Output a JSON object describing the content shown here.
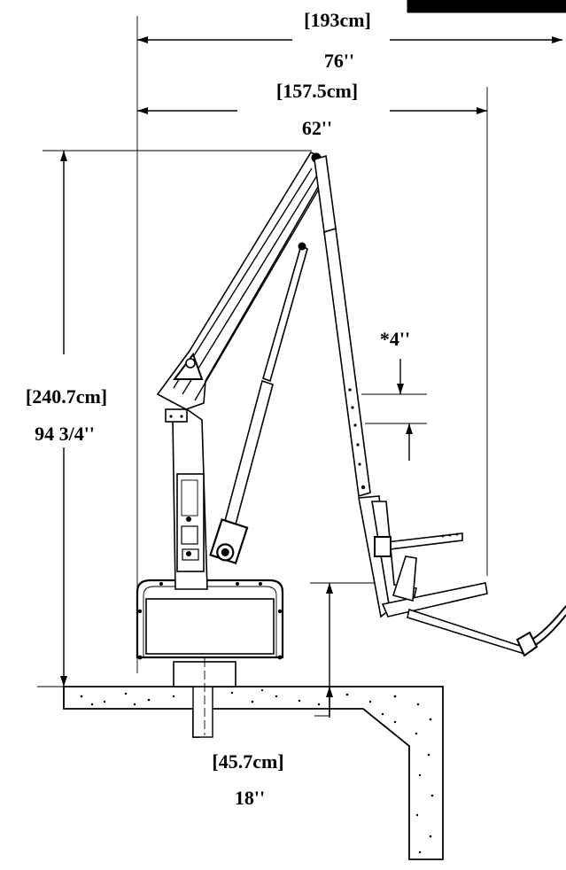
{
  "dimensions": {
    "overall_width_cm": "[193cm]",
    "overall_width_in": "76''",
    "reach_cm": "[157.5cm]",
    "reach_in": "62''",
    "height_cm": "[240.7cm]",
    "height_in": "94 3/4''",
    "seat_adjust_in": "*4''",
    "deck_height_cm": "[45.7cm]",
    "deck_height_in": "18''"
  }
}
